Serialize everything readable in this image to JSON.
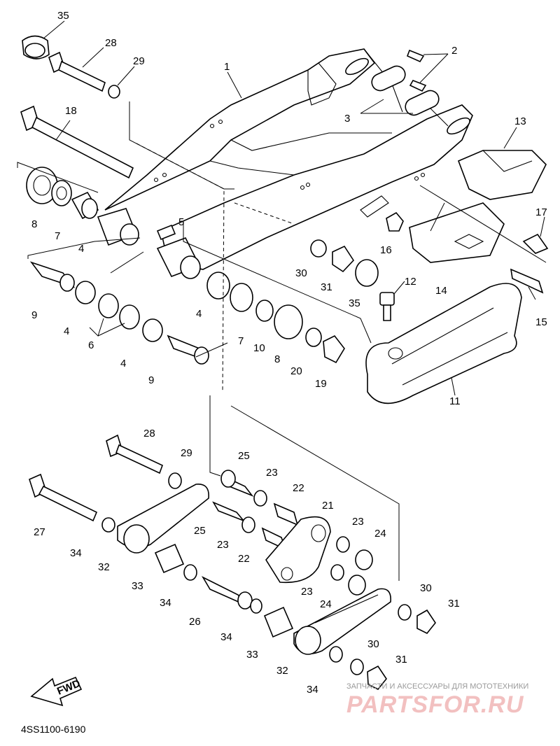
{
  "diagram": {
    "part_numbers": [
      "1",
      "2",
      "3",
      "4",
      "5",
      "6",
      "7",
      "8",
      "9",
      "10",
      "11",
      "12",
      "13",
      "14",
      "15",
      "16",
      "17",
      "18",
      "19",
      "20",
      "21",
      "22",
      "23",
      "24",
      "25",
      "26",
      "27",
      "28",
      "29",
      "30",
      "31",
      "32",
      "33",
      "34",
      "35"
    ],
    "diagram_code": "4SS1100-6190",
    "fwd_label": "FWD",
    "watermark_top": "ЗАПЧАСТИ И АКСЕССУАРЫ ДЛЯ МОТОТЕХНИКИ",
    "watermark_logo": "PARTSFOR.RU"
  }
}
